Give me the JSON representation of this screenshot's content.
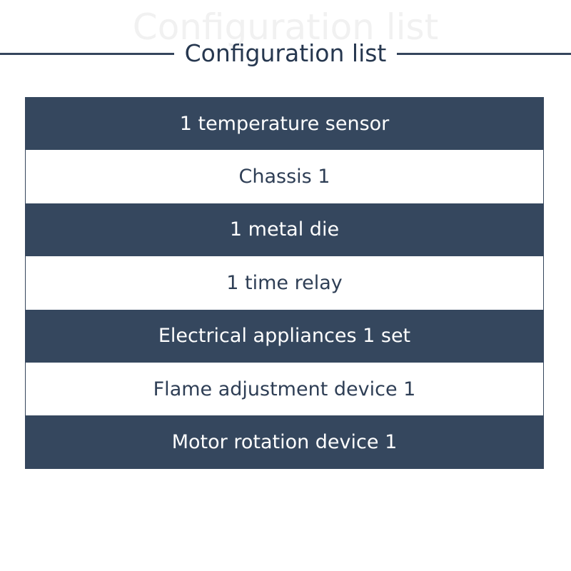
{
  "heading": {
    "ghost": "Configuration list",
    "title": "Configuration list"
  },
  "items": [
    "1 temperature sensor",
    "Chassis 1",
    "1 metal die",
    "1 time relay",
    "Electrical appliances 1 set",
    "Flame adjustment device 1",
    "Motor rotation device 1"
  ],
  "colors": {
    "dark_row": "#35475e",
    "light_row": "#ffffff",
    "title_text": "#26374f",
    "rule": "#35455c"
  }
}
